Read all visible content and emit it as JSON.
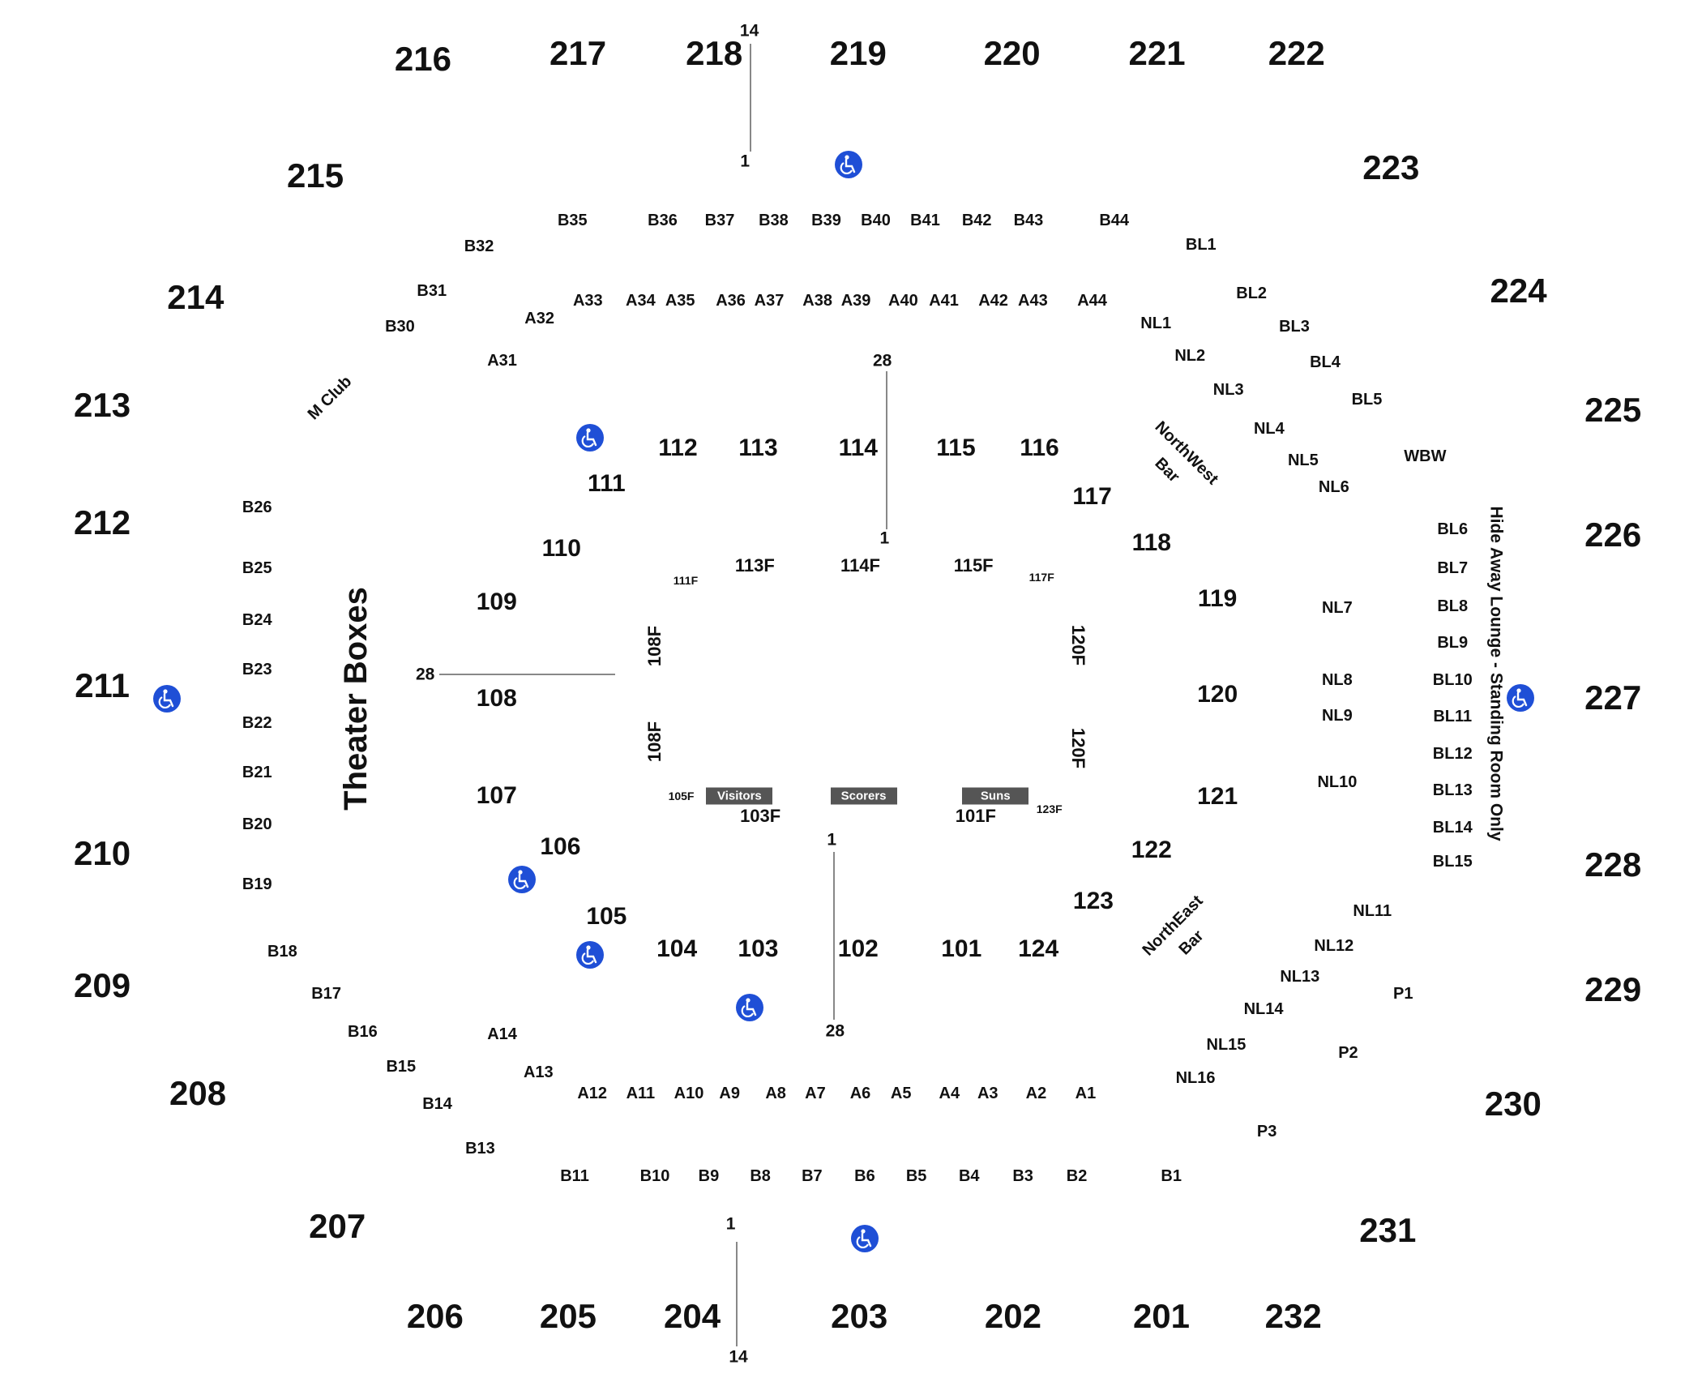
{
  "colors": {
    "accessible": "#1f4fd6",
    "bench": "#555555",
    "text": "#111111",
    "line": "#888888"
  },
  "icons": {
    "accessible": "wheelchair-icon"
  },
  "upper_sections": [
    "216",
    "217",
    "218",
    "219",
    "220",
    "221",
    "222",
    "215",
    "223",
    "214",
    "224",
    "213",
    "225",
    "212",
    "226",
    "211",
    "227",
    "210",
    "228",
    "209",
    "229",
    "208",
    "230",
    "207",
    "231",
    "206",
    "205",
    "204",
    "203",
    "202",
    "201",
    "232"
  ],
  "lower_sections": [
    "112",
    "113",
    "114",
    "115",
    "116",
    "111",
    "117",
    "110",
    "118",
    "109",
    "119",
    "108",
    "120",
    "107",
    "121",
    "106",
    "122",
    "105",
    "123",
    "104",
    "103",
    "102",
    "101",
    "124"
  ],
  "floor_sections": [
    "113F",
    "114F",
    "115F",
    "103F",
    "101F"
  ],
  "floor_small": [
    "111F",
    "117F",
    "105F",
    "123F"
  ],
  "floor_vertical": [
    "108F",
    "108F",
    "120F",
    "120F"
  ],
  "a_rows": [
    "A33",
    "A34",
    "A35",
    "A36",
    "A37",
    "A38",
    "A39",
    "A40",
    "A41",
    "A42",
    "A43",
    "A44",
    "A32",
    "A31",
    "A14",
    "A13",
    "A12",
    "A11",
    "A10",
    "A9",
    "A8",
    "A7",
    "A6",
    "A5",
    "A4",
    "A3",
    "A2",
    "A1"
  ],
  "b_rows": [
    "B35",
    "B36",
    "B37",
    "B38",
    "B39",
    "B40",
    "B41",
    "B42",
    "B43",
    "B44",
    "B32",
    "B31",
    "B30",
    "B26",
    "B25",
    "B24",
    "B23",
    "B22",
    "B21",
    "B20",
    "B19",
    "B18",
    "B17",
    "B16",
    "B15",
    "B14",
    "B13",
    "B11",
    "B10",
    "B9",
    "B8",
    "B7",
    "B6",
    "B5",
    "B4",
    "B3",
    "B2",
    "B1"
  ],
  "bl_rows": [
    "BL1",
    "BL2",
    "BL3",
    "BL4",
    "BL5",
    "WBW",
    "BL6",
    "BL7",
    "BL8",
    "BL9",
    "BL10",
    "BL11",
    "BL12",
    "BL13",
    "BL14",
    "BL15"
  ],
  "nl_rows": [
    "NL1",
    "NL2",
    "NL3",
    "NL4",
    "NL5",
    "NL6",
    "NL7",
    "NL8",
    "NL9",
    "NL10",
    "NL11",
    "NL12",
    "NL13",
    "NL14",
    "NL15",
    "NL16"
  ],
  "p_rows": [
    "P1",
    "P2",
    "P3"
  ],
  "row_markers": [
    "14",
    "1",
    "28",
    "1",
    "28",
    "1",
    "28",
    "1",
    "14"
  ],
  "areas": {
    "theater_boxes": "Theater Boxes",
    "m_club": "M Club",
    "lounge": "Hide Away Lounge - Standing Room Only",
    "northwest_bar_1": "NorthWest",
    "northwest_bar_2": "Bar",
    "northeast_bar_1": "NorthEast",
    "northeast_bar_2": "Bar"
  },
  "benches": [
    "Visitors",
    "Scorers",
    "Suns"
  ]
}
